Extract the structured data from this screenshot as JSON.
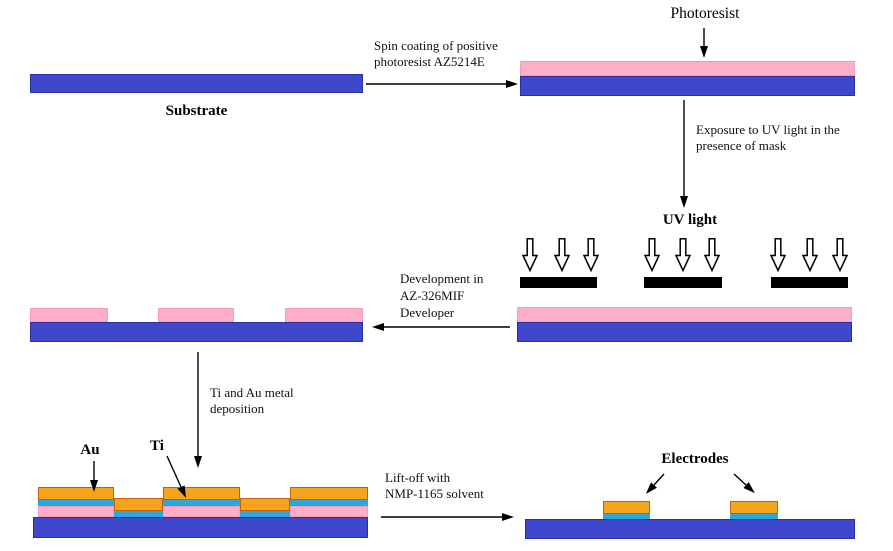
{
  "colors": {
    "substrate": "#3F48CC",
    "substrate_border": "#2830A6",
    "photoresist": "#FFAEC9",
    "photoresist_border": "#F49EBE",
    "gold": "#F5A41B",
    "gold_border": "#CC5B0C",
    "titanium": "#29A8E0",
    "mask": "#000000"
  },
  "labels": {
    "substrate": "Substrate",
    "photoresist": "Photoresist",
    "uv_light": "UV light",
    "gold": "Au",
    "titanium": "Ti",
    "electrodes": "Electrodes"
  },
  "steps": {
    "spin_coating": [
      "Spin coating of positive",
      "photoresist AZ5214E"
    ],
    "exposure": [
      "Exposure to UV light in the",
      "presence of mask"
    ],
    "development": [
      "Development in",
      "AZ-326MIF",
      "Developer"
    ],
    "deposition": [
      "Ti and Au metal",
      "deposition"
    ],
    "liftoff": [
      "Lift-off with",
      "NMP-1165 solvent"
    ]
  }
}
